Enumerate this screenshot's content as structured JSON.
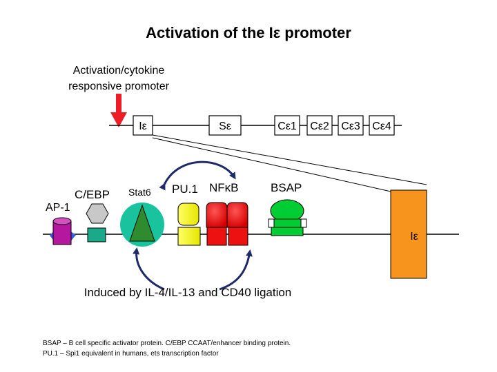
{
  "title": "Activation of the Iε promoter",
  "promoter_label": [
    "Activation/cytokine",
    "responsive promoter"
  ],
  "gene_segments": {
    "i_epsilon": "Iε",
    "s_epsilon": "Sε",
    "c_epsilon_1": "Cε1",
    "c_epsilon_2": "Cε2",
    "c_epsilon_3": "Cε3",
    "c_epsilon_4": "Cε4"
  },
  "factors": {
    "ap1": "AP-1",
    "cebp": "C/EBP",
    "stat6": "Stat6",
    "pu1": "PU.1",
    "nfkb": "NFκB",
    "bsap": "BSAP"
  },
  "promoter_box_label": "Iε",
  "induction_text": "Induced by IL-4/IL-13 and CD40 ligation",
  "footnote": [
    "BSAP – B cell specific activator protein. C/EBP CCAAT/enhancer binding protein.",
    "PU.1 – Spi1 equivalent in humans, ets transcription factor"
  ],
  "colors": {
    "title": "#cc0000",
    "promoter_arrow": "#ee1c25",
    "box_orange": "#f7941d",
    "ap1_magenta": "#b5179e",
    "ap1_blue": "#3b5bdb",
    "cebp_gray": "#c8c8c8",
    "cebp_teal": "#1aaa8a",
    "stat6_circle": "#19c39e",
    "stat6_triangle": "#2e8b2e",
    "pu1_yellow": "#ffff00",
    "nfkb_red": "#ee1111",
    "bsap_green": "#00cc33",
    "arc_navy": "#1f2a6b"
  }
}
